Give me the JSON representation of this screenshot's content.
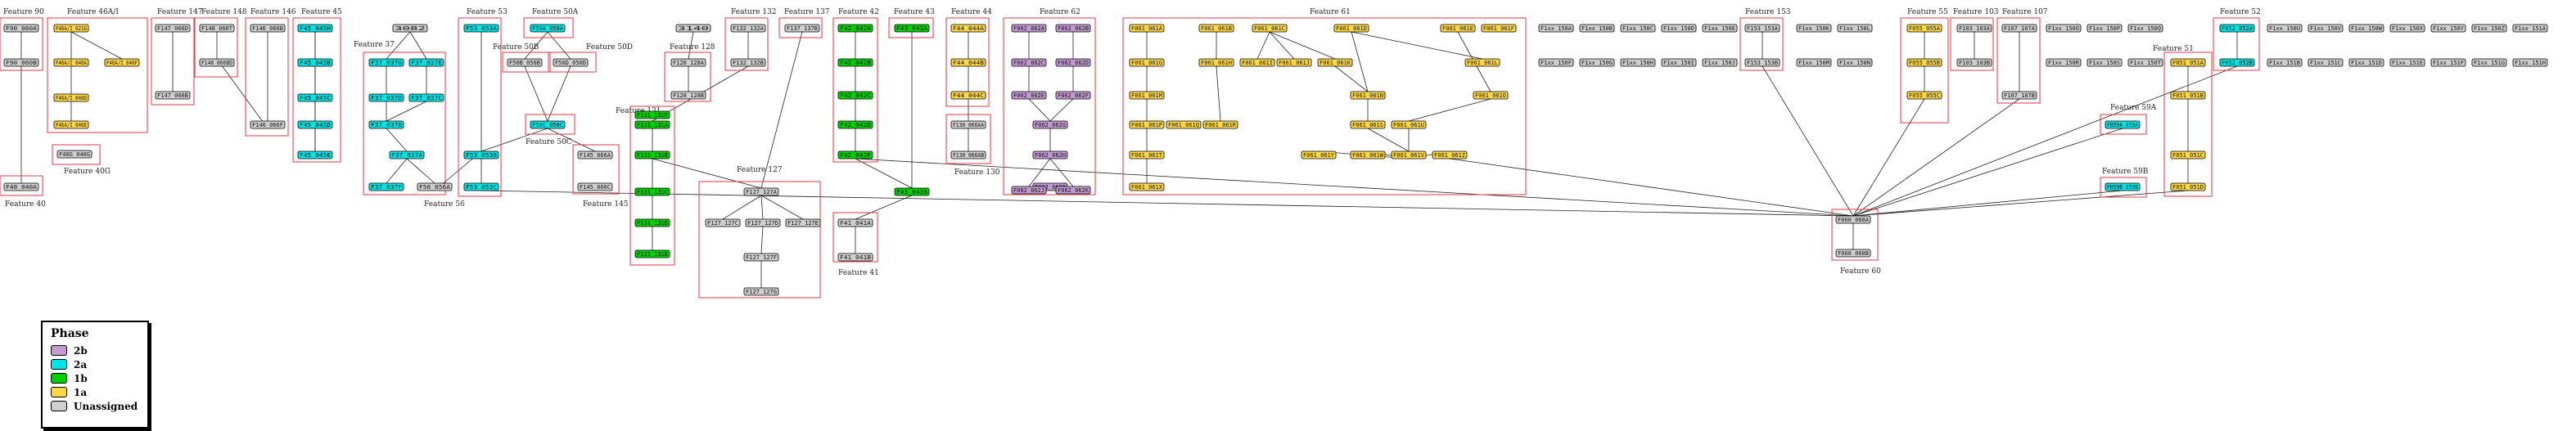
{
  "phases": {
    "2b": "#c39bd3",
    "2a": "#00e5e5",
    "1b": "#00d000",
    "1a": "#ffd84a",
    "U": "#cfcfcf"
  },
  "legend": {
    "title": "Phase",
    "items": [
      {
        "label": "2b",
        "color": "#c39bd3"
      },
      {
        "label": "2a",
        "color": "#00e5e5"
      },
      {
        "label": "1b",
        "color": "#00d000"
      },
      {
        "label": "1a",
        "color": "#ffd84a"
      },
      {
        "label": "Unassigned",
        "color": "#cfcfcf"
      }
    ]
  },
  "features": [
    {
      "id": "f90",
      "label": "Feature 90"
    },
    {
      "id": "f40",
      "label": "Feature 40"
    },
    {
      "id": "f40g",
      "label": "Feature 40G"
    },
    {
      "id": "f46",
      "label": "Feature 46A/I"
    },
    {
      "id": "f147",
      "label": "Feature 147"
    },
    {
      "id": "f148",
      "label": "Feature 148"
    },
    {
      "id": "f146",
      "label": "Feature 146"
    },
    {
      "id": "f45",
      "label": "Feature 45"
    },
    {
      "id": "f37",
      "label": "Feature 37"
    },
    {
      "id": "f56",
      "label": "Feature 56"
    },
    {
      "id": "f53",
      "label": "Feature 53"
    },
    {
      "id": "f50a",
      "label": "Feature 50A"
    },
    {
      "id": "f50b",
      "label": "Feature 50B"
    },
    {
      "id": "f50d",
      "label": "Feature 50D"
    },
    {
      "id": "f50c",
      "label": "Feature 50C"
    },
    {
      "id": "f145",
      "label": "Feature 145"
    },
    {
      "id": "f128",
      "label": "Feature 128"
    },
    {
      "id": "f132",
      "label": "Feature 132"
    },
    {
      "id": "f137",
      "label": "Feature 137"
    },
    {
      "id": "f131",
      "label": "Feature 131"
    },
    {
      "id": "f127",
      "label": "Feature 127"
    },
    {
      "id": "f42",
      "label": "Feature 42"
    },
    {
      "id": "f43",
      "label": "Feature 43"
    },
    {
      "id": "f41",
      "label": "Feature 41"
    },
    {
      "id": "f44",
      "label": "Feature 44"
    },
    {
      "id": "f130",
      "label": "Feature 130"
    },
    {
      "id": "f62",
      "label": "Feature 62"
    },
    {
      "id": "f61",
      "label": "Feature 61"
    },
    {
      "id": "f153",
      "label": "Feature 153"
    },
    {
      "id": "f55",
      "label": "Feature 55"
    },
    {
      "id": "f60",
      "label": "Feature 60"
    },
    {
      "id": "f103",
      "label": "Feature 103"
    },
    {
      "id": "f107",
      "label": "Feature 107"
    },
    {
      "id": "f52",
      "label": "Feature 52"
    },
    {
      "id": "f51",
      "label": "Feature 51"
    },
    {
      "id": "f59a",
      "label": "Feature 59A"
    },
    {
      "id": "f59b",
      "label": "Feature 59B"
    }
  ],
  "nodes": [
    {
      "id": "n1",
      "label": "F90_060A",
      "phase": "U"
    },
    {
      "id": "n2",
      "label": "F90_060B",
      "phase": "U"
    },
    {
      "id": "n3",
      "label": "F40_040A",
      "phase": "U"
    },
    {
      "id": "n4",
      "label": "F40G_040G",
      "phase": "U"
    },
    {
      "id": "n5",
      "label": "F46A/I_021G",
      "phase": "1a"
    },
    {
      "id": "n6",
      "label": "F46A/I_046A",
      "phase": "1a"
    },
    {
      "id": "n7",
      "label": "F46A/I_046F",
      "phase": "1a"
    },
    {
      "id": "n8",
      "label": "F46A/I_046D",
      "phase": "1a"
    },
    {
      "id": "n9",
      "label": "F46A/I_046E",
      "phase": "1a"
    },
    {
      "id": "n10",
      "label": "F147_066D",
      "phase": "U"
    },
    {
      "id": "n11",
      "label": "F147_066B",
      "phase": "U"
    },
    {
      "id": "n12",
      "label": "F148_060T",
      "phase": "U"
    },
    {
      "id": "n13",
      "label": "F148_066BD",
      "phase": "U"
    },
    {
      "id": "n14",
      "label": "F146_066B",
      "phase": "U"
    },
    {
      "id": "n15",
      "label": "F146_066F",
      "phase": "U"
    },
    {
      "id": "n16",
      "label": "F45_045H",
      "phase": "2a"
    },
    {
      "id": "n17",
      "label": "F45_045B",
      "phase": "2a"
    },
    {
      "id": "n18",
      "label": "F45_045C",
      "phase": "2a"
    },
    {
      "id": "n19",
      "label": "F45_045D",
      "phase": "2a"
    },
    {
      "id": "n20",
      "label": "F45_045E",
      "phase": "2a"
    },
    {
      "id": "n21",
      "label": "F37_037G",
      "phase": "2a"
    },
    {
      "id": "n22",
      "label": "F37_037E",
      "phase": "2a"
    },
    {
      "id": "n23",
      "label": "F37_037D",
      "phase": "2a"
    },
    {
      "id": "n24",
      "label": "F37_037C",
      "phase": "2a"
    },
    {
      "id": "n25",
      "label": "F37_037B",
      "phase": "2a"
    },
    {
      "id": "n26",
      "label": "F37_037A",
      "phase": "2a"
    },
    {
      "id": "n27",
      "label": "F37_037F",
      "phase": "2a"
    },
    {
      "id": "n28",
      "label": "3082",
      "phase": "U"
    },
    {
      "id": "n29",
      "label": "F56_056A",
      "phase": "U"
    },
    {
      "id": "n30",
      "label": "F53_053A",
      "phase": "2a"
    },
    {
      "id": "n31",
      "label": "F53_053B",
      "phase": "2a"
    },
    {
      "id": "n32",
      "label": "F53_053C",
      "phase": "2a"
    },
    {
      "id": "n33",
      "label": "F50A_050A",
      "phase": "2a"
    },
    {
      "id": "n34",
      "label": "F50B_050B",
      "phase": "U"
    },
    {
      "id": "n35",
      "label": "F50D_050D",
      "phase": "U"
    },
    {
      "id": "n36",
      "label": "F50C_050C",
      "phase": "2a"
    },
    {
      "id": "n37",
      "label": "F145_066A",
      "phase": "U"
    },
    {
      "id": "n38",
      "label": "F145_066C",
      "phase": "U"
    },
    {
      "id": "n39",
      "label": "3140",
      "phase": "U"
    },
    {
      "id": "n40",
      "label": "F128_128A",
      "phase": "U"
    },
    {
      "id": "n41",
      "label": "F128_128B",
      "phase": "U"
    },
    {
      "id": "n42",
      "label": "F132_132A",
      "phase": "U"
    },
    {
      "id": "n43",
      "label": "F132_132B",
      "phase": "U"
    },
    {
      "id": "n44",
      "label": "F137_137B",
      "phase": "U"
    },
    {
      "id": "n45",
      "label": "F131_131A",
      "phase": "1b"
    },
    {
      "id": "n46",
      "label": "F131_131B",
      "phase": "1b"
    },
    {
      "id": "n47",
      "label": "F131_131C",
      "phase": "1b"
    },
    {
      "id": "n48",
      "label": "F131_131D",
      "phase": "1b"
    },
    {
      "id": "n49",
      "label": "F131_131E",
      "phase": "1b"
    },
    {
      "id": "n50",
      "label": "F131_131F",
      "phase": "1b"
    },
    {
      "id": "n51",
      "label": "F127_127A",
      "phase": "U"
    },
    {
      "id": "n52",
      "label": "F127_127C",
      "phase": "U"
    },
    {
      "id": "n53",
      "label": "F127_127D",
      "phase": "U"
    },
    {
      "id": "n54",
      "label": "F127_127E",
      "phase": "U"
    },
    {
      "id": "n55",
      "label": "F127_127F",
      "phase": "U"
    },
    {
      "id": "n56",
      "label": "F127_127G",
      "phase": "U"
    },
    {
      "id": "n57",
      "label": "F42_042A",
      "phase": "1b"
    },
    {
      "id": "n58",
      "label": "F42_042B",
      "phase": "1b"
    },
    {
      "id": "n59",
      "label": "F42_042C",
      "phase": "1b"
    },
    {
      "id": "n60",
      "label": "F42_042D",
      "phase": "1b"
    },
    {
      "id": "n61",
      "label": "F42_042F",
      "phase": "1b"
    },
    {
      "id": "n62",
      "label": "F43_043A",
      "phase": "1b"
    },
    {
      "id": "n63",
      "label": "F43_043B",
      "phase": "1b"
    },
    {
      "id": "n64",
      "label": "F41_041A",
      "phase": "U"
    },
    {
      "id": "n65",
      "label": "F41_041B",
      "phase": "U"
    },
    {
      "id": "n66",
      "label": "F44_044A",
      "phase": "1a"
    },
    {
      "id": "n67",
      "label": "F44_044B",
      "phase": "1a"
    },
    {
      "id": "n68",
      "label": "F44_044C",
      "phase": "1a"
    },
    {
      "id": "n69",
      "label": "F130_066AA",
      "phase": "U"
    },
    {
      "id": "n70",
      "label": "F130_066AB",
      "phase": "U"
    },
    {
      "id": "n71",
      "label": "F062_062A",
      "phase": "2b"
    },
    {
      "id": "n72",
      "label": "F062_062B",
      "phase": "2b"
    },
    {
      "id": "n73",
      "label": "F062_062C",
      "phase": "2b"
    },
    {
      "id": "n74",
      "label": "F062_062D",
      "phase": "2b"
    },
    {
      "id": "n75",
      "label": "F062_062E",
      "phase": "2b"
    },
    {
      "id": "n76",
      "label": "F062_062F",
      "phase": "2b"
    },
    {
      "id": "n77",
      "label": "F062_062G",
      "phase": "2b"
    },
    {
      "id": "n78",
      "label": "F062_062H",
      "phase": "2b"
    },
    {
      "id": "n79",
      "label": "F062_062I",
      "phase": "2b"
    },
    {
      "id": "n80",
      "label": "F062_062J",
      "phase": "2b"
    },
    {
      "id": "n81",
      "label": "F062_062K",
      "phase": "2b"
    },
    {
      "id": "n82",
      "label": "F061_061A",
      "phase": "1a"
    },
    {
      "id": "n83",
      "label": "F061_061B",
      "phase": "1a"
    },
    {
      "id": "n84",
      "label": "F061_061C",
      "phase": "1a"
    },
    {
      "id": "n85",
      "label": "F061_061D",
      "phase": "1a"
    },
    {
      "id": "n86",
      "label": "F061_061E",
      "phase": "1a"
    },
    {
      "id": "n87",
      "label": "F061_061F",
      "phase": "1a"
    },
    {
      "id": "n88",
      "label": "F061_061G",
      "phase": "1a"
    },
    {
      "id": "n89",
      "label": "F061_061H",
      "phase": "1a"
    },
    {
      "id": "n90",
      "label": "F061_061I",
      "phase": "1a"
    },
    {
      "id": "n91",
      "label": "F061_061J",
      "phase": "1a"
    },
    {
      "id": "n92",
      "label": "F061_061K",
      "phase": "1a"
    },
    {
      "id": "n93",
      "label": "F061_061L",
      "phase": "1a"
    },
    {
      "id": "n94",
      "label": "F061_061M",
      "phase": "1a"
    },
    {
      "id": "n95",
      "label": "F061_061N",
      "phase": "1a"
    },
    {
      "id": "n96",
      "label": "F061_061O",
      "phase": "1a"
    },
    {
      "id": "n97",
      "label": "F061_061P",
      "phase": "1a"
    },
    {
      "id": "n98",
      "label": "F061_061Q",
      "phase": "1a"
    },
    {
      "id": "n99",
      "label": "F061_061R",
      "phase": "1a"
    },
    {
      "id": "n100",
      "label": "F061_061S",
      "phase": "1a"
    },
    {
      "id": "n101",
      "label": "F061_061T",
      "phase": "1a"
    },
    {
      "id": "n102",
      "label": "F061_061U",
      "phase": "1a"
    },
    {
      "id": "n103",
      "label": "F061_061V",
      "phase": "1a"
    },
    {
      "id": "n104",
      "label": "F061_061W",
      "phase": "1a"
    },
    {
      "id": "n105",
      "label": "F061_061X",
      "phase": "1a"
    },
    {
      "id": "n106",
      "label": "F061_061Y",
      "phase": "1a"
    },
    {
      "id": "n107",
      "label": "F061_061Z",
      "phase": "1a"
    },
    {
      "id": "n108",
      "label": "F153_153A",
      "phase": "U"
    },
    {
      "id": "n109",
      "label": "F153_153B",
      "phase": "U"
    },
    {
      "id": "n110",
      "label": "F055_055A",
      "phase": "1a"
    },
    {
      "id": "n111",
      "label": "F055_055B",
      "phase": "1a"
    },
    {
      "id": "n112",
      "label": "F055_055C",
      "phase": "1a"
    },
    {
      "id": "n113",
      "label": "F060_060A",
      "phase": "U"
    },
    {
      "id": "n114",
      "label": "F060_060B",
      "phase": "U"
    },
    {
      "id": "n115",
      "label": "F103_103A",
      "phase": "U"
    },
    {
      "id": "n116",
      "label": "F103_103B",
      "phase": "U"
    },
    {
      "id": "n117",
      "label": "F107_107A",
      "phase": "U"
    },
    {
      "id": "n118",
      "label": "F107_107B",
      "phase": "U"
    },
    {
      "id": "n119",
      "label": "F052_052A",
      "phase": "2a"
    },
    {
      "id": "n120",
      "label": "F052_052B",
      "phase": "2a"
    },
    {
      "id": "n121",
      "label": "F051_051A",
      "phase": "1a"
    },
    {
      "id": "n122",
      "label": "F051_051B",
      "phase": "1a"
    },
    {
      "id": "n123",
      "label": "F051_051C",
      "phase": "1a"
    },
    {
      "id": "n124",
      "label": "F051_051D",
      "phase": "1a"
    },
    {
      "id": "n125",
      "label": "F059A_059A",
      "phase": "2a"
    },
    {
      "id": "n126",
      "label": "F059B_059B",
      "phase": "2a"
    },
    {
      "id": "n127",
      "label": "F1xx_150A",
      "phase": "U"
    },
    {
      "id": "n128",
      "label": "F1xx_150B",
      "phase": "U"
    },
    {
      "id": "n129",
      "label": "F1xx_150C",
      "phase": "U"
    },
    {
      "id": "n130",
      "label": "F1xx_150D",
      "phase": "U"
    },
    {
      "id": "n131",
      "label": "F1xx_150E",
      "phase": "U"
    },
    {
      "id": "n132",
      "label": "F1xx_150F",
      "phase": "U"
    },
    {
      "id": "n133",
      "label": "F1xx_150G",
      "phase": "U"
    },
    {
      "id": "n134",
      "label": "F1xx_150H",
      "phase": "U"
    },
    {
      "id": "n135",
      "label": "F1xx_150I",
      "phase": "U"
    },
    {
      "id": "n136",
      "label": "F1xx_150J",
      "phase": "U"
    },
    {
      "id": "n137",
      "label": "F1xx_150K",
      "phase": "U"
    },
    {
      "id": "n138",
      "label": "F1xx_150L",
      "phase": "U"
    },
    {
      "id": "n139",
      "label": "F1xx_150M",
      "phase": "U"
    },
    {
      "id": "n140",
      "label": "F1xx_150N",
      "phase": "U"
    },
    {
      "id": "n141",
      "label": "F1xx_150O",
      "phase": "U"
    },
    {
      "id": "n142",
      "label": "F1xx_150P",
      "phase": "U"
    },
    {
      "id": "n143",
      "label": "F1xx_150Q",
      "phase": "U"
    },
    {
      "id": "n144",
      "label": "F1xx_150R",
      "phase": "U"
    },
    {
      "id": "n145",
      "label": "F1xx_150S",
      "phase": "U"
    },
    {
      "id": "n146",
      "label": "F1xx_150T",
      "phase": "U"
    },
    {
      "id": "n147",
      "label": "F1xx_150U",
      "phase": "U"
    },
    {
      "id": "n148",
      "label": "F1xx_150V",
      "phase": "U"
    },
    {
      "id": "n149",
      "label": "F1xx_150W",
      "phase": "U"
    },
    {
      "id": "n150",
      "label": "F1xx_150X",
      "phase": "U"
    },
    {
      "id": "n151",
      "label": "F1xx_150Y",
      "phase": "U"
    },
    {
      "id": "n152",
      "label": "F1xx_150Z",
      "phase": "U"
    },
    {
      "id": "n153",
      "label": "F1xx_151A",
      "phase": "U"
    },
    {
      "id": "n154",
      "label": "F1xx_151B",
      "phase": "U"
    },
    {
      "id": "n155",
      "label": "F1xx_151C",
      "phase": "U"
    },
    {
      "id": "n156",
      "label": "F1xx_151D",
      "phase": "U"
    },
    {
      "id": "n157",
      "label": "F1xx_151E",
      "phase": "U"
    },
    {
      "id": "n158",
      "label": "F1xx_151F",
      "phase": "U"
    },
    {
      "id": "n159",
      "label": "F1xx_151G",
      "phase": "U"
    },
    {
      "id": "n160",
      "label": "F1xx_151H",
      "phase": "U"
    }
  ]
}
